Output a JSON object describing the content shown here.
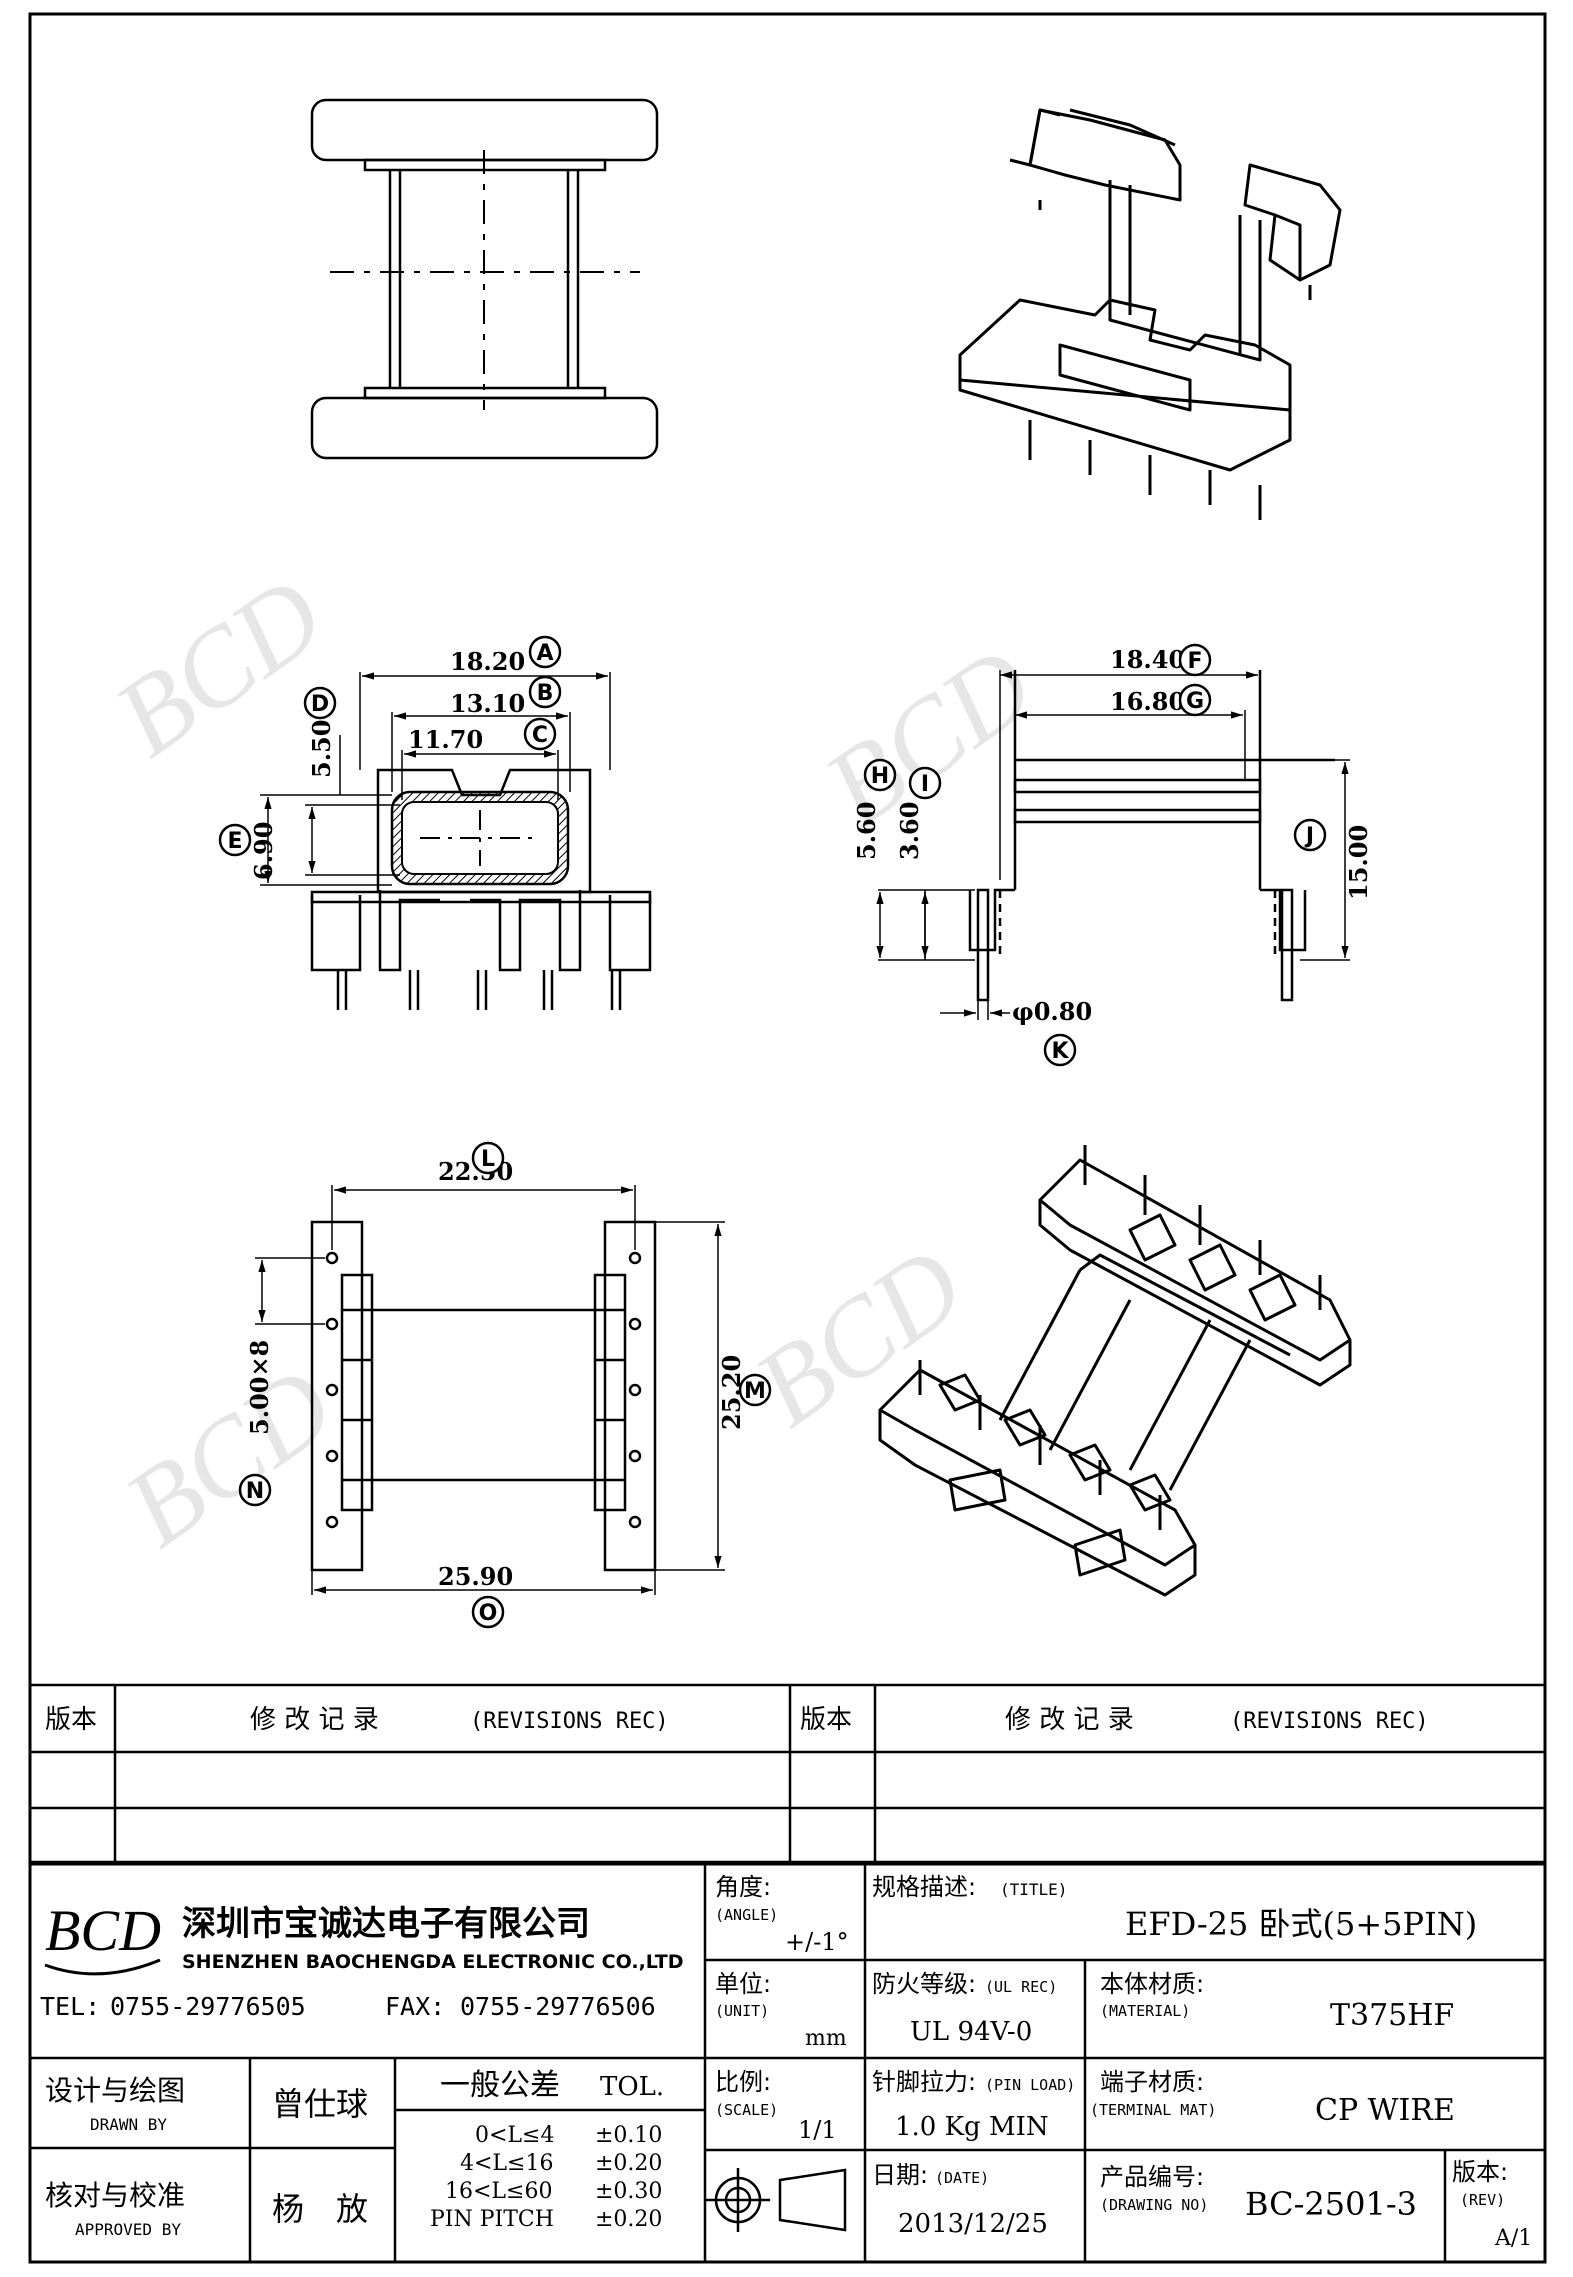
{
  "dimensions": {
    "A": "18.20",
    "B": "13.10",
    "C": "11.70",
    "D": "5.50",
    "E": "6.90",
    "F": "18.40",
    "G": "16.80",
    "H": "5.60",
    "I": "3.60",
    "J": "15.00",
    "K": "φ0.80",
    "L": "22.50",
    "M": "25.20",
    "N": "5.00×8",
    "O": "25.90"
  },
  "balloons": [
    "A",
    "B",
    "C",
    "D",
    "E",
    "F",
    "G",
    "H",
    "I",
    "J",
    "K",
    "L",
    "M",
    "N",
    "O"
  ],
  "watermark": "BCD",
  "revisions": {
    "version_header": "版本",
    "record_header": "修 改 记 录",
    "record_header_en": "(REVISIONS REC)"
  },
  "company": {
    "logo_text": "BCD",
    "name_cn": "深圳市宝诚达电子有限公司",
    "name_en": "SHENZHEN BAOCHENGDA ELECTRONIC CO.,LTD",
    "tel_label": "TEL:",
    "tel": "0755-29776505",
    "fax_label": "FAX:",
    "fax": "0755-29776506"
  },
  "title_block": {
    "angle_label": "角度:",
    "angle_label_en": "(ANGLE)",
    "angle_value": "+/-1°",
    "title_label": "规格描述:",
    "title_label_en": "(TITLE)",
    "title_value": "EFD-25 卧式(5+5PIN)",
    "unit_label": "单位:",
    "unit_label_en": "(UNIT)",
    "unit_value": "mm",
    "ul_label": "防火等级:",
    "ul_label_en": "(UL REC)",
    "ul_value": "UL 94V-0",
    "material_label": "本体材质:",
    "material_label_en": "(MATERIAL)",
    "material_value": "T375HF",
    "drawn_label": "设计与绘图",
    "drawn_label_en": "DRAWN BY",
    "drawn_value": "曾仕球",
    "tol_label": "一般公差",
    "tol_label_en": "TOL.",
    "tolerances": [
      {
        "range": "0<L≤4",
        "value": "±0.10"
      },
      {
        "range": "4<L≤16",
        "value": "±0.20"
      },
      {
        "range": "16<L≤60",
        "value": "±0.30"
      },
      {
        "range": "PIN PITCH",
        "value": "±0.20"
      }
    ],
    "scale_label": "比例:",
    "scale_label_en": "(SCALE)",
    "scale_value": "1/1",
    "pin_label": "针脚拉力:",
    "pin_label_en": "(PIN LOAD)",
    "pin_value": "1.0 Kg MIN",
    "terminal_label": "端子材质:",
    "terminal_label_en": "(TERMINAL MAT)",
    "terminal_value": "CP WIRE",
    "approved_label": "核对与校准",
    "approved_label_en": "APPROVED BY",
    "approved_value": "杨　放",
    "date_label": "日期:",
    "date_label_en": "(DATE)",
    "date_value": "2013/12/25",
    "drawing_no_label": "产品编号:",
    "drawing_no_label_en": "(DRAWING NO)",
    "drawing_no_value": "BC-2501-3",
    "rev_label": "版本:",
    "rev_label_en": "(REV)",
    "rev_value": "A/1"
  }
}
